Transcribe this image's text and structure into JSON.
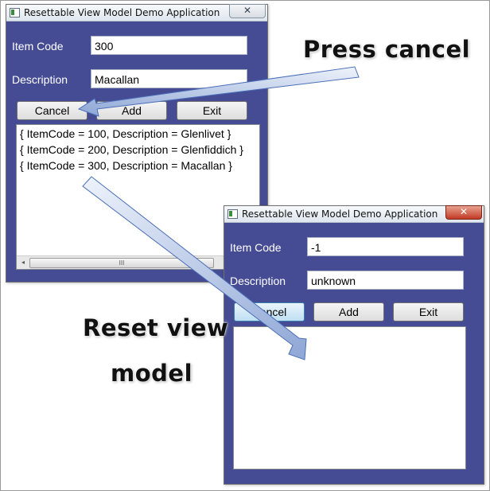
{
  "window1": {
    "title": "Resettable View Model Demo Application",
    "close_glyph": "✕",
    "item_code_label": "Item Code",
    "item_code_value": "300",
    "description_label": "Description",
    "description_value": "Macallan",
    "buttons": [
      "Cancel",
      "Add",
      "Exit"
    ],
    "list_items": [
      "{ ItemCode = 100, Description = Glenlivet }",
      "{ ItemCode = 200, Description = Glenfiddich }",
      "{ ItemCode = 300, Description = Macallan }"
    ],
    "scroll_left_glyph": "◂",
    "scroll_thumb_glyph": "III"
  },
  "window2": {
    "title": "Resettable View Model Demo Application",
    "close_glyph": "✕",
    "item_code_label": "Item Code",
    "item_code_value": "-1",
    "description_label": "Description",
    "description_value": "unknown",
    "buttons": [
      "Cancel",
      "Add",
      "Exit"
    ],
    "list_items": []
  },
  "annotations": {
    "press_cancel": "Press cancel",
    "reset_line1": "Reset view",
    "reset_line2": "model"
  },
  "colors": {
    "window_bg": "#454c94",
    "arrow_fill_start": "#eef3fb",
    "arrow_fill_end": "#8fa7d6",
    "arrow_stroke": "#4a6fb8"
  }
}
